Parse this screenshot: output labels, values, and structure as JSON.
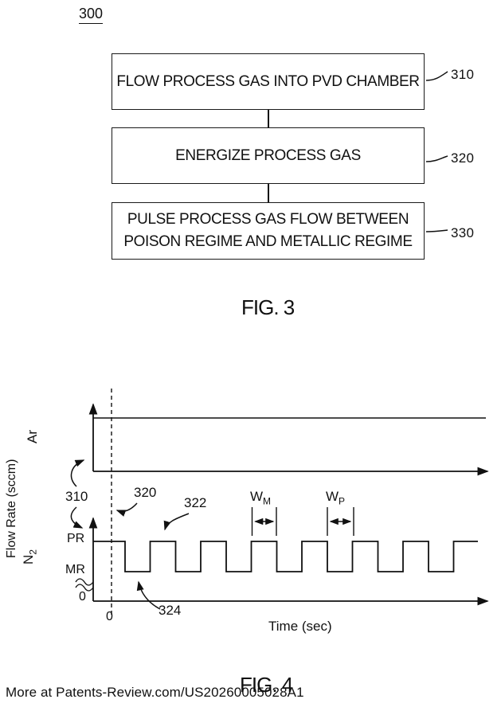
{
  "doc": {
    "ref_number": "300",
    "footer": "More at Patents-Review.com/US20260005028A1"
  },
  "fig3": {
    "caption": "FIG. 3",
    "steps": [
      {
        "label": "FLOW PROCESS GAS INTO PVD CHAMBER",
        "ref": "310"
      },
      {
        "label": "ENERGIZE PROCESS GAS",
        "ref": "320"
      },
      {
        "label": "PULSE PROCESS GAS FLOW BETWEEN\nPOISON REGIME AND METALLIC REGIME",
        "ref": "330"
      }
    ]
  },
  "chart_data": {
    "type": "line",
    "title": "FIG. 4",
    "xlabel": "Time (sec)",
    "ylabel": "Flow Rate (sccm)",
    "x_axis": {
      "origin_label": "0",
      "unit": "sec",
      "numeric_ticks": []
    },
    "y_axis": {
      "unit": "sccm",
      "origin_label": "0",
      "level_labels": [
        "PR",
        "MR"
      ],
      "axis_break_above_zero": true
    },
    "grid": false,
    "legend": "series labeled along left axis",
    "series": [
      {
        "name": "Ar",
        "label": "Ar",
        "shape": "constant",
        "description": "constant argon flow at a single high level for all time shown"
      },
      {
        "name": "N2",
        "label_main": "N",
        "label_sub": "2",
        "shape": "square-wave",
        "high": "PR",
        "low": "MR",
        "initial_level": "PR",
        "low_pulses": 7,
        "description": "nitrogen flow pulsed between poison regime (PR) and metallic regime (MR) beginning shortly after t=0"
      }
    ],
    "annotations": {
      "a310": {
        "text": "310",
        "points_to": "Ar and N2 flow-rate axes"
      },
      "a320": {
        "text": "320",
        "points_to": "dashed vertical line at t = 0"
      },
      "a322": {
        "text": "322",
        "points_to": "PR level segment of N2 wave"
      },
      "a324": {
        "text": "324",
        "points_to": "MR level segment of N2 wave"
      },
      "wm": {
        "main": "W",
        "sub": "M",
        "marks": "width of one upper (PR-level) pulse segment"
      },
      "wp": {
        "main": "W",
        "sub": "P",
        "marks": "width of one lower (MR-level) pulse segment"
      }
    },
    "render": {
      "ar_line": {
        "x_start": 117,
        "x_end": 610,
        "y": 525
      },
      "n2_wave": {
        "x_start": 117,
        "first_fall": 157,
        "period": 63.5,
        "half_width": 31.5,
        "low_pulses": 7,
        "x_end": 600,
        "pr_y": 680,
        "mr_y": 718
      }
    }
  }
}
